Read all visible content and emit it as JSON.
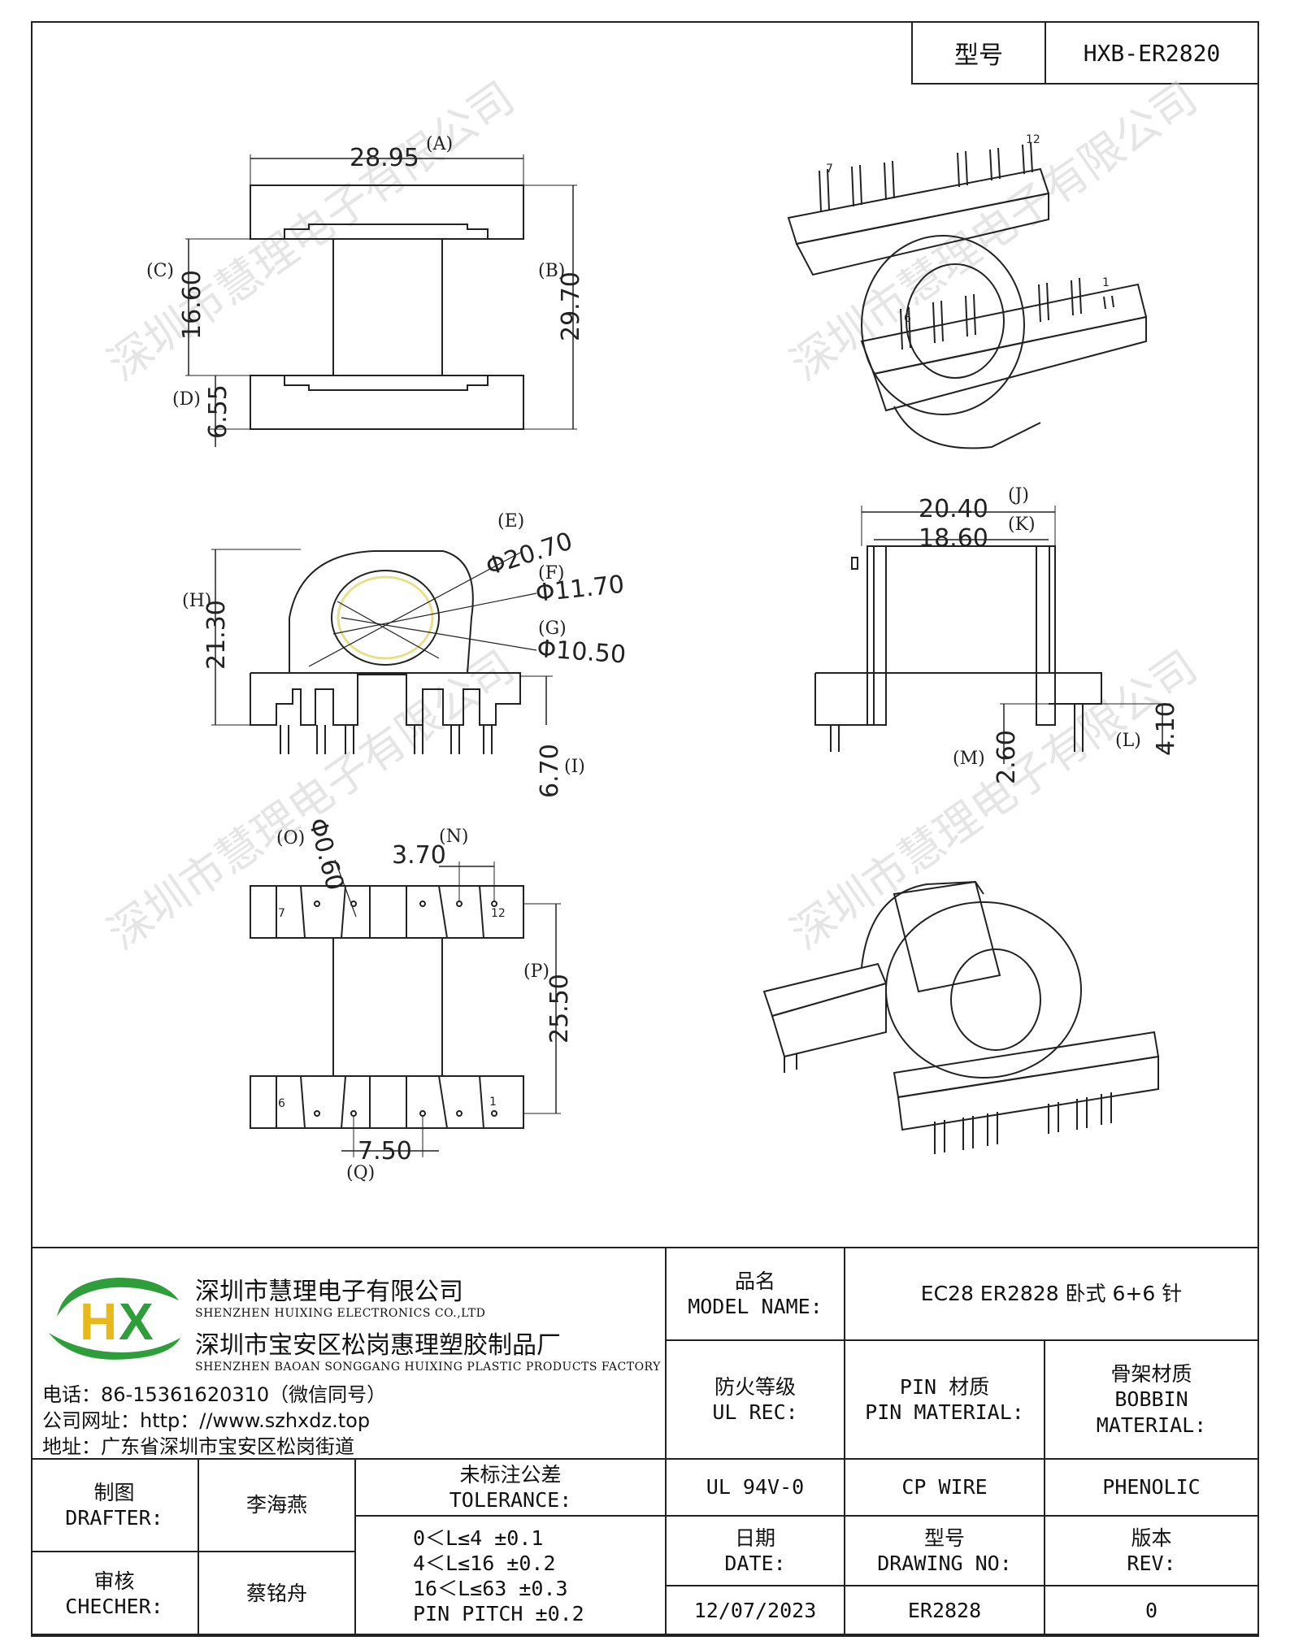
{
  "header": {
    "model_label": "型号",
    "model_value": "HXB-ER2820"
  },
  "watermark": "深圳市慧理电子有限公司",
  "views": {
    "front": {
      "dim_a": "28.95",
      "tag_a": "(A)",
      "dim_b": "29.70",
      "tag_b": "(B)",
      "dim_c": "16.60",
      "tag_c": "(C)",
      "dim_d": "6.55",
      "tag_d": "(D)"
    },
    "iso_top": {
      "pin_7": "7",
      "pin_12": "12",
      "pin_1": "1",
      "pin_6": "6"
    },
    "side": {
      "tag_e": "(E)",
      "dim_e": "Φ20.70",
      "tag_f": "(F)",
      "dim_f": "Φ11.70",
      "tag_g": "(G)",
      "dim_g": "Φ10.50",
      "tag_h": "(H)",
      "dim_h": "21.30",
      "tag_i": "(I)",
      "dim_i": "6.70"
    },
    "end": {
      "dim_j": "20.40",
      "tag_j": "(J)",
      "dim_k": "18.60",
      "tag_k": "(K)",
      "tag_l": "(L)",
      "dim_l": "4.10",
      "tag_m": "(M)",
      "dim_m": "2.60"
    },
    "bottom": {
      "tag_o": "(O)",
      "dim_o": "Φ0.60",
      "dim_n": "3.70",
      "tag_n": "(N)",
      "tag_p": "(P)",
      "dim_p": "25.50",
      "dim_q": "7.50",
      "tag_q": "(Q)",
      "pin_7": "7",
      "pin_12": "12",
      "pin_6": "6",
      "pin_1": "1"
    }
  },
  "title_block": {
    "company_cn": "深圳市慧理电子有限公司",
    "company_en": "SHENZHEN HUIXING ELECTRONICS CO.,LTD",
    "factory_cn": "深圳市宝安区松岗惠理塑胶制品厂",
    "factory_en": "SHENZHEN BAOAN SONGGANG HUIXING PLASTIC PRODUCTS FACTORY",
    "phone": "电话：86-15361620310（微信同号）",
    "website": "公司网址：http：//www.szhxdz.top",
    "address": "地址：广东省深圳市宝安区松岗街道",
    "logo_text": "HX",
    "model_name_cn": "品名",
    "model_name_en": "MODEL NAME:",
    "model_name_value": "EC28 ER2828 卧式 6+6 针",
    "ul_rec_cn": "防火等级",
    "ul_rec_en": "UL REC:",
    "pin_mat_cn": "PIN 材质",
    "pin_mat_en": "PIN MATERIAL:",
    "bobbin_cn": "骨架材质",
    "bobbin_en1": "BOBBIN",
    "bobbin_en2": "MATERIAL:",
    "ul_value": "UL 94V-0",
    "pin_value": "CP WIRE",
    "bobbin_value": "PHENOLIC",
    "drafter_cn": "制图",
    "drafter_en": "DRAFTER:",
    "drafter_name": "李海燕",
    "checker_cn": "审核",
    "checker_en": "CHECHER:",
    "checker_name": "蔡铭舟",
    "tolerance_cn": "未标注公差",
    "tolerance_en": "TOLERANCE:",
    "tolerances": [
      "0＜L≤4   ±0.1",
      "4＜L≤16  ±0.2",
      "16＜L≤63  ±0.3",
      "PIN PITCH  ±0.2"
    ],
    "date_cn": "日期",
    "date_en": "DATE:",
    "date_value": "12/07/2023",
    "drawing_cn": "型号",
    "drawing_en": "DRAWING NO:",
    "drawing_value": "ER2828",
    "rev_cn": "版本",
    "rev_en": "REV:",
    "rev_value": "0"
  }
}
